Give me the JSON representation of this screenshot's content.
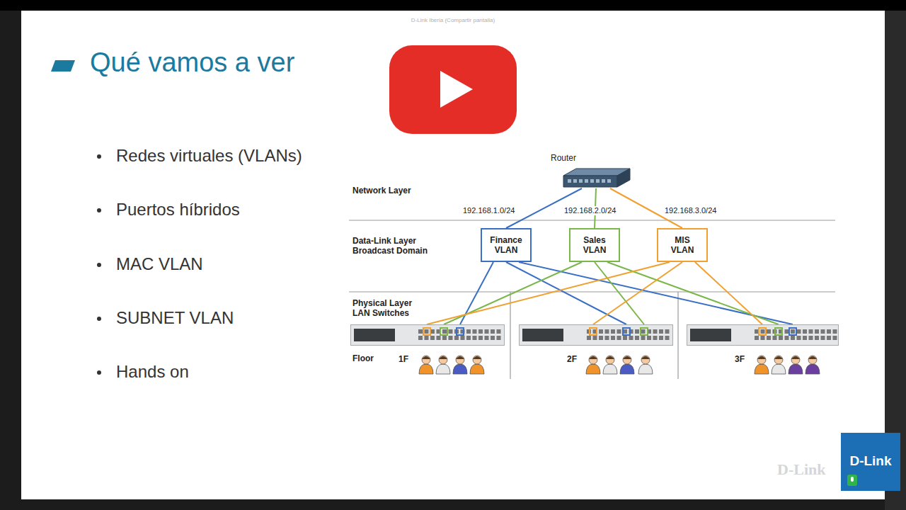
{
  "diagram": {
    "title": "Qué vamos a ver",
    "nodes": [
      {
        "text": [
          "Router"
        ]
      },
      {
        "text": [
          "Finance VLAN"
        ]
      },
      {
        "text": [
          "Sales VLAN"
        ]
      },
      {
        "text": [
          "MIS VLAN"
        ]
      },
      {
        "text": [
          "1F"
        ]
      },
      {
        "text": [
          "2F"
        ]
      },
      {
        "text": [
          "3F"
        ]
      }
    ],
    "edges": [
      {
        "from": 0,
        "to": 1,
        "arrow": "none",
        "label": "192.168.1.0/24"
      },
      {
        "from": 0,
        "to": 2,
        "arrow": "none",
        "label": "192.168.2.0/24"
      },
      {
        "from": 0,
        "to": 3,
        "arrow": "none",
        "label": "192.168.3.0/24"
      },
      {
        "from": 1,
        "to": 4,
        "arrow": "none"
      },
      {
        "from": 1,
        "to": 5,
        "arrow": "none"
      },
      {
        "from": 1,
        "to": 6,
        "arrow": "none"
      },
      {
        "from": 2,
        "to": 4,
        "arrow": "none"
      },
      {
        "from": 2,
        "to": 5,
        "arrow": "none"
      },
      {
        "from": 2,
        "to": 6,
        "arrow": "none"
      },
      {
        "from": 3,
        "to": 4,
        "arrow": "none"
      },
      {
        "from": 3,
        "to": 5,
        "arrow": "none"
      },
      {
        "from": 3,
        "to": 6,
        "arrow": "none"
      }
    ],
    "labels": [
      "D-Link Iberia (Compartir pantalla)",
      "Redes virtuales (VLANs)",
      "Puertos híbridos",
      "MAC VLAN",
      "SUBNET VLAN",
      "Hands on",
      "Network Layer",
      "Data-Link Layer Broadcast Domain",
      "Physical Layer LAN Switches",
      "Floor",
      "D-Link",
      "D-Link"
    ]
  }
}
